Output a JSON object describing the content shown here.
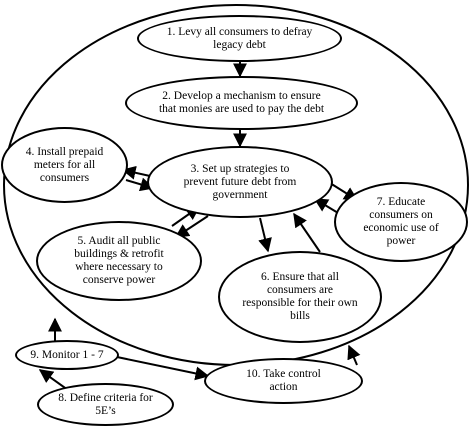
{
  "nodes": [
    {
      "id": "n1",
      "label": "1. Levy all consumers to defray\nlegacy debt"
    },
    {
      "id": "n2",
      "label": "2. Develop a mechanism to ensure\nthat monies are used to pay the debt"
    },
    {
      "id": "n3",
      "label": "3. Set up strategies to\nprevent future debt from\ngovernment"
    },
    {
      "id": "n4",
      "label": "4. Install prepaid\nmeters for all\nconsumers"
    },
    {
      "id": "n5",
      "label": "5. Audit all public\nbuildings & retrofit\nwhere necessary to\nconserve power"
    },
    {
      "id": "n6",
      "label": "6. Ensure that all\nconsumers are\nresponsible for their own\nbills"
    },
    {
      "id": "n7",
      "label": "7. Educate\nconsumers on\neconomic use of\npower"
    },
    {
      "id": "n8",
      "label": "8. Define criteria for\n5E’s"
    },
    {
      "id": "n9",
      "label": "9. Monitor 1 - 7"
    },
    {
      "id": "n10",
      "label": "10. Take control\naction"
    }
  ],
  "edges": [
    {
      "from": "n1",
      "to": "n2"
    },
    {
      "from": "n2",
      "to": "n3"
    },
    {
      "from": "n3",
      "to": "n4"
    },
    {
      "from": "n4",
      "to": "n3"
    },
    {
      "from": "n3",
      "to": "n5"
    },
    {
      "from": "n5",
      "to": "n3"
    },
    {
      "from": "n3",
      "to": "n6"
    },
    {
      "from": "n6",
      "to": "n3"
    },
    {
      "from": "n3",
      "to": "n7"
    },
    {
      "from": "n7",
      "to": "n3"
    },
    {
      "from": "n9",
      "to": "n10"
    },
    {
      "from": "n8",
      "to": "n9"
    },
    {
      "from": "n10",
      "to": "outer-ellipse"
    },
    {
      "from": "n9",
      "to": "outer-ellipse"
    }
  ]
}
